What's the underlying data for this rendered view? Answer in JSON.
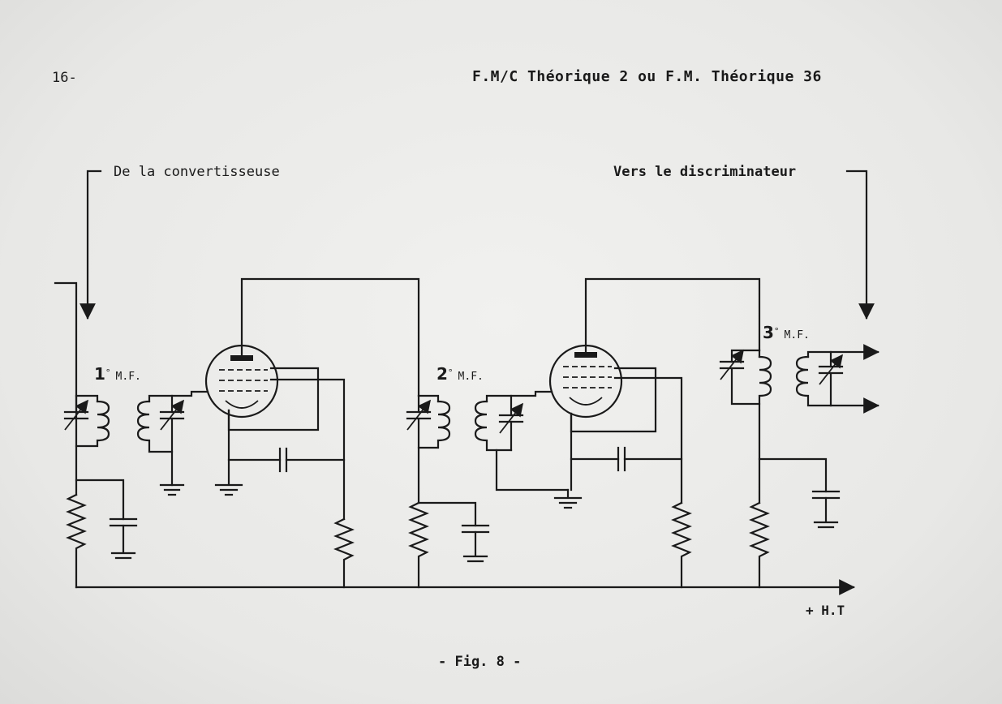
{
  "page": {
    "number": "16-",
    "header": "F.M/C Théorique 2  ou  F.M. Théorique 36"
  },
  "diagram": {
    "input_label": "De la convertisseuse",
    "output_label": "Vers le discriminateur",
    "supply_label": "+ H.T",
    "stages": [
      {
        "number": "1",
        "degree": "°",
        "name": "M.F."
      },
      {
        "number": "2",
        "degree": "°",
        "name": "M.F."
      },
      {
        "number": "3",
        "degree": "°",
        "name": "M.F."
      }
    ],
    "caption": "- Fig. 8 -"
  }
}
